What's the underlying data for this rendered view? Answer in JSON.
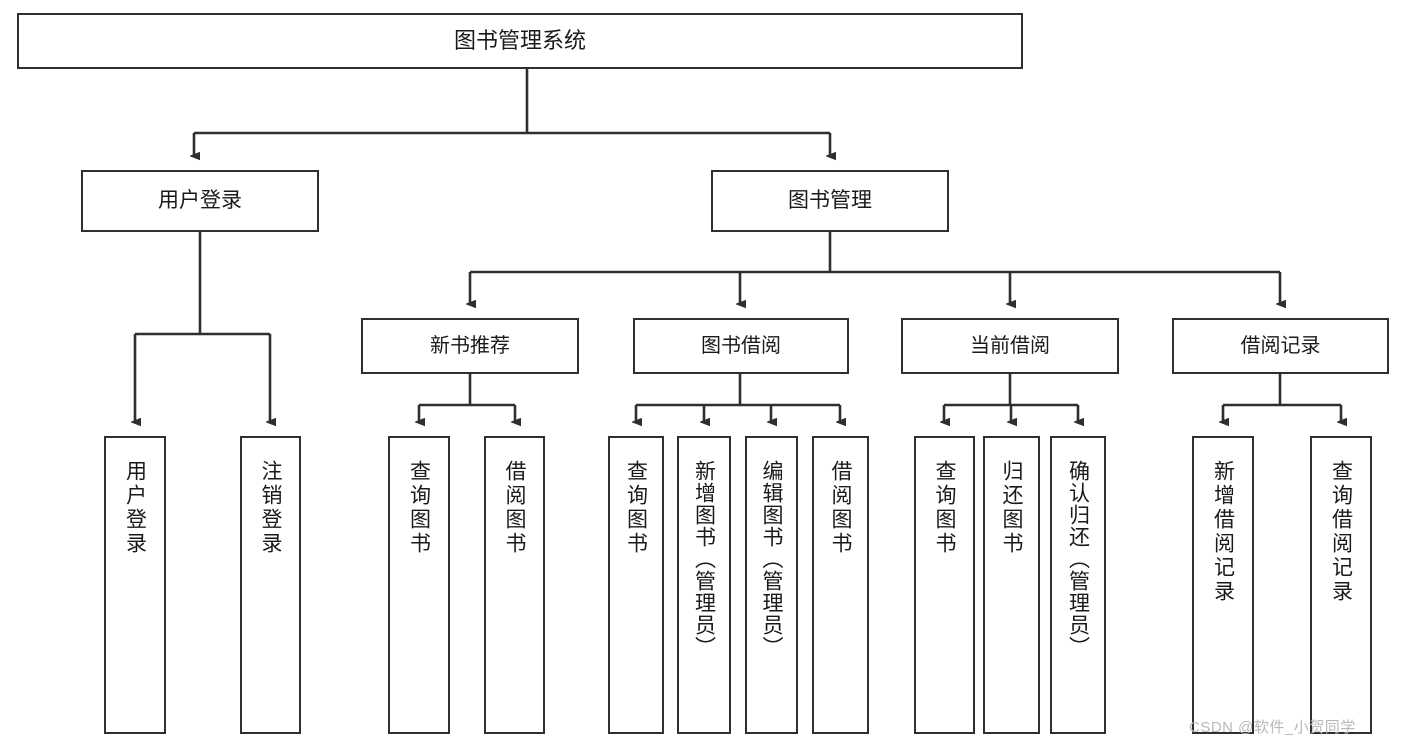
{
  "diagram": {
    "title": "图书管理系统",
    "root": {
      "label": "图书管理系统"
    },
    "level2": [
      {
        "label": "用户登录"
      },
      {
        "label": "图书管理"
      }
    ],
    "level3": [
      {
        "label": "新书推荐"
      },
      {
        "label": "图书借阅"
      },
      {
        "label": "当前借阅"
      },
      {
        "label": "借阅记录"
      }
    ],
    "leaves": [
      {
        "label": "用户登录"
      },
      {
        "label": "注销登录"
      },
      {
        "label": "查询图书"
      },
      {
        "label": "借阅图书"
      },
      {
        "label": "查询图书"
      },
      {
        "label": "新增图书（管理员）"
      },
      {
        "label": "编辑图书（管理员）"
      },
      {
        "label": "借阅图书"
      },
      {
        "label": "查询图书"
      },
      {
        "label": "归还图书"
      },
      {
        "label": "确认归还（管理员）"
      },
      {
        "label": "新增借阅记录"
      },
      {
        "label": "查询借阅记录"
      }
    ]
  },
  "watermark": {
    "text": "CSDN @软件_小贺同学"
  },
  "colors": {
    "stroke": "#2f2f2f",
    "background": "#ffffff",
    "text": "#1a1a1a",
    "watermark": "#b9b9b9"
  }
}
